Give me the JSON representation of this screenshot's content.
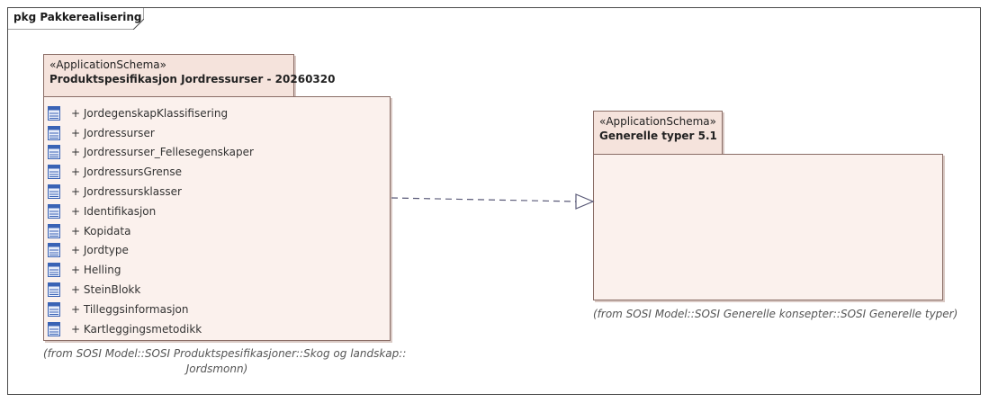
{
  "frame": {
    "label": "pkg Pakkerealisering"
  },
  "source_package": {
    "stereotype": "«ApplicationSchema»",
    "name": "Produktspesifikasjon Jordressurser - 20260320",
    "items": [
      {
        "label": "+ JordegenskapKlassifisering",
        "icon": "class-icon"
      },
      {
        "label": "+ Jordressurser",
        "icon": "class-icon"
      },
      {
        "label": "+ Jordressurser_Fellesegenskaper",
        "icon": "class-icon"
      },
      {
        "label": "+ JordressursGrense",
        "icon": "class-icon"
      },
      {
        "label": "+ Jordressursklasser",
        "icon": "class-icon"
      },
      {
        "label": "+ Identifikasjon",
        "icon": "class-icon"
      },
      {
        "label": "+ Kopidata",
        "icon": "class-icon"
      },
      {
        "label": "+ Jordtype",
        "icon": "class-icon"
      },
      {
        "label": "+ Helling",
        "icon": "class-icon"
      },
      {
        "label": "+ SteinBlokk",
        "icon": "class-icon"
      },
      {
        "label": "+ Tilleggsinformasjon",
        "icon": "class-icon"
      },
      {
        "label": "+ Kartleggingsmetodikk",
        "icon": "class-icon"
      }
    ],
    "from_line1": "(from SOSI Model::SOSI Produktspesifikasjoner::Skog og landskap::",
    "from_line2": "Jordsmonn)"
  },
  "target_package": {
    "stereotype": "«ApplicationSchema»",
    "name": "Generelle typer 5.1",
    "from": "(from SOSI Model::SOSI Generelle konsepter::SOSI Generelle typer)"
  },
  "connector": {
    "type": "realization",
    "style": "dashed",
    "arrow": "hollow-triangle"
  },
  "colors": {
    "package_fill": "#fbf1ed",
    "package_tab_fill": "#f5e3dc",
    "border": "#8a6d66",
    "connector": "#5a5a78",
    "icon": "#3a63b5"
  }
}
